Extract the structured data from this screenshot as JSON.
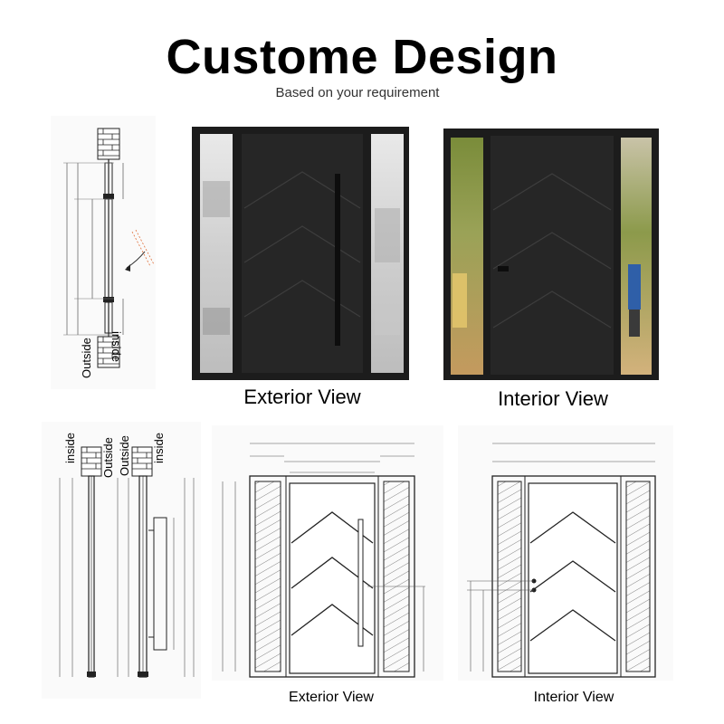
{
  "header": {
    "title": "Custome Design",
    "subtitle": "Based on your requirement"
  },
  "photos": {
    "exterior_caption": "Exterior View",
    "interior_caption": "Interior View"
  },
  "section_drawing": {
    "label_inside": "inside",
    "label_outside": "Outside"
  },
  "side_sections": {
    "left_label_inside": "inside",
    "left_label_outside": "Outside",
    "right_label_inside": "inside",
    "right_label_outside": "Outside"
  },
  "elevations": {
    "exterior_caption": "Exterior View",
    "interior_caption": "Interior View"
  },
  "colors": {
    "door": "#2b2b2b",
    "frame": "#1a1a1a",
    "line": "#444444"
  }
}
